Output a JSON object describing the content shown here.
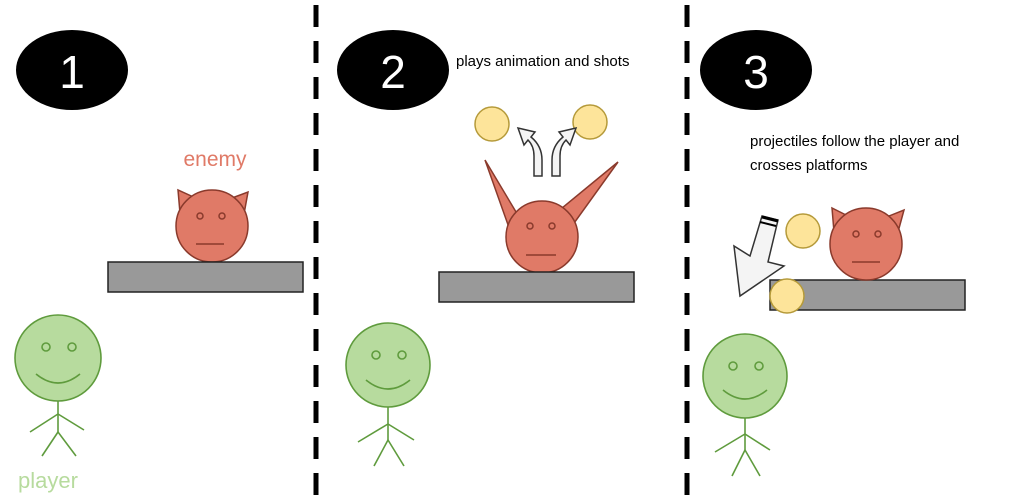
{
  "panels": [
    {
      "number": "1"
    },
    {
      "number": "2",
      "caption": "plays animation and shots"
    },
    {
      "number": "3",
      "caption_lines": [
        "projectiles follow the player and",
        "crosses platforms"
      ]
    }
  ],
  "labels": {
    "enemy": "enemy",
    "player": "player"
  },
  "colors": {
    "enemy_fill": "#e07a67",
    "enemy_stroke": "#8a3a2c",
    "enemy_label": "#e07a67",
    "player_fill": "#b7db9e",
    "player_stroke": "#5f9b3d",
    "player_label": "#b7db9e",
    "platform_fill": "#999999",
    "platform_stroke": "#222222",
    "projectile_fill": "#fde49a",
    "projectile_stroke": "#b59a3a",
    "badge_fill": "#000000",
    "badge_text": "#ffffff"
  }
}
